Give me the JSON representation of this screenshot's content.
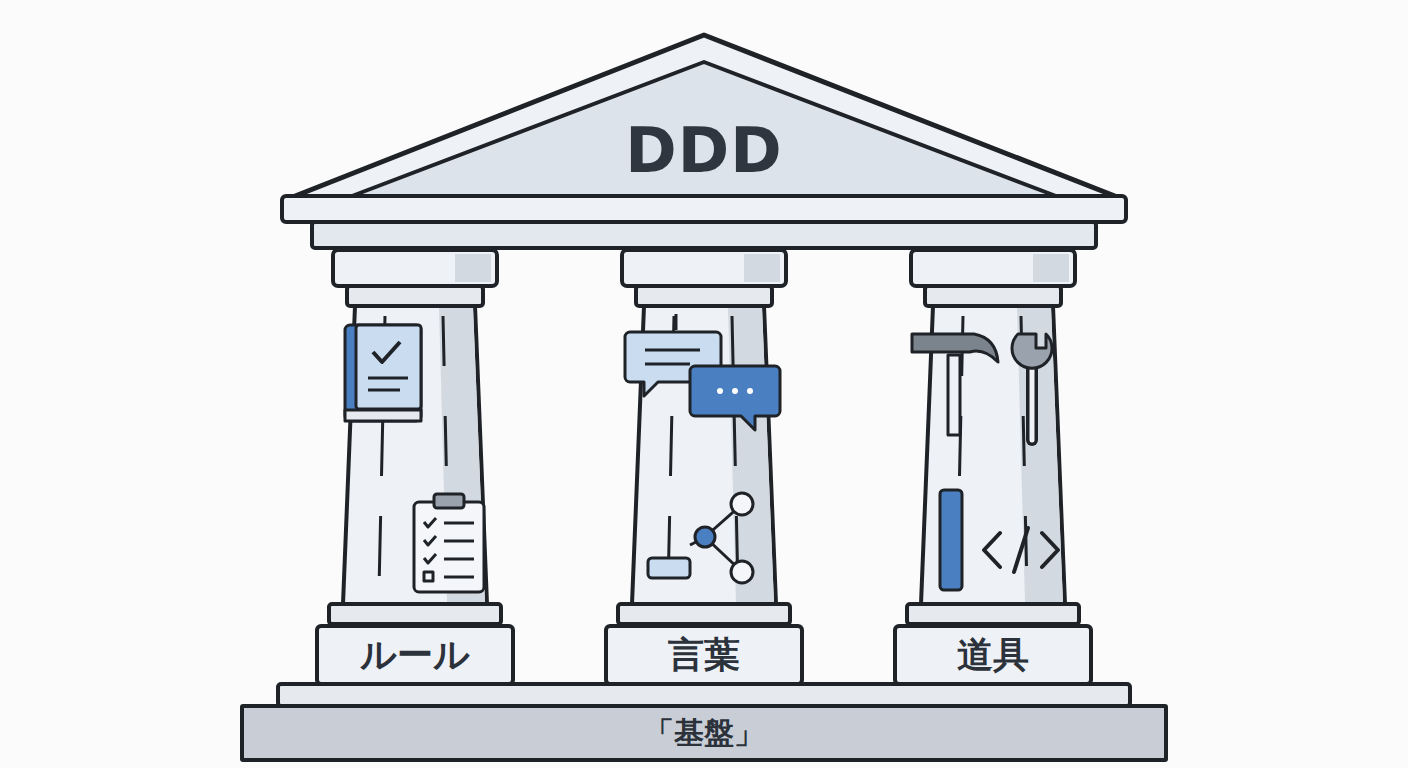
{
  "diagram": {
    "nodes": [
      {
        "text": [
          "DDD"
        ]
      },
      {
        "text": [
          "ルール"
        ]
      },
      {
        "text": [
          "言葉"
        ]
      },
      {
        "text": [
          "道具"
        ]
      },
      {
        "text": [
          "「基盤」"
        ]
      }
    ]
  }
}
